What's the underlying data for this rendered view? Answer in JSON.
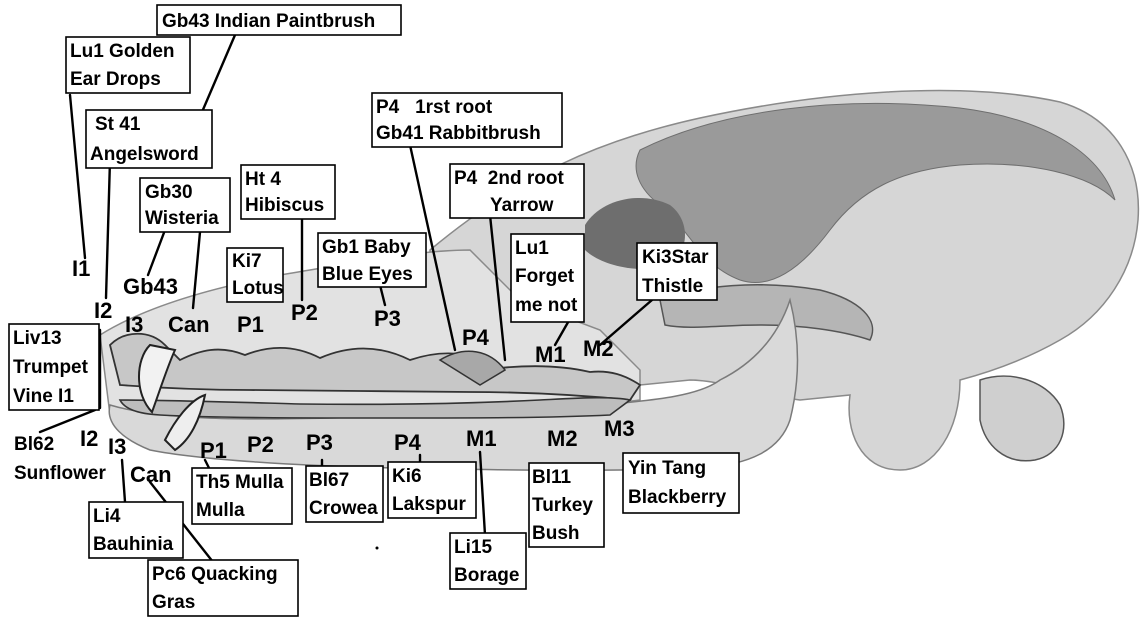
{
  "colors": {
    "background": "#ffffff",
    "ink": "#000000",
    "skull_shade": "#bdbdbd",
    "skull_dark": "#6e6e6e"
  },
  "labels": {
    "gb43": [
      "Gb43 Indian Paintbrush"
    ],
    "lu1_golden": [
      "Lu1 Golden",
      "Ear Drops"
    ],
    "st41": [
      "St 41",
      "Angelsword"
    ],
    "gb30": [
      "Gb30",
      "Wisteria"
    ],
    "ht4": [
      "Ht 4",
      "Hibiscus"
    ],
    "ki7": [
      "Ki7",
      "Lotus"
    ],
    "gb1": [
      "Gb1 Baby",
      "Blue Eyes"
    ],
    "p4_first": [
      "P4   1rst root",
      "Gb41 Rabbitbrush"
    ],
    "p4_second": [
      "P4  2nd root",
      "Yarrow"
    ],
    "lu1_forget": [
      "Lu1",
      "Forget",
      "me not"
    ],
    "ki3": [
      "Ki3Star",
      "Thistle"
    ],
    "liv13": [
      "Liv13",
      "Trumpet",
      "Vine I1"
    ],
    "bl62": [
      "Bl62",
      "Sunflower"
    ],
    "th5": [
      "Th5 Mulla",
      "Mulla"
    ],
    "bl67": [
      "Bl67",
      "Crowea"
    ],
    "ki6": [
      "Ki6",
      "Lakspur"
    ],
    "li4": [
      "Li4",
      "Bauhinia"
    ],
    "pc6": [
      "Pc6 Quacking",
      "Gras"
    ],
    "li15": [
      "Li15",
      "Borage"
    ],
    "bl11": [
      "Bl11",
      "Turkey",
      "Bush"
    ],
    "yintang": [
      "Yin Tang",
      "Blackberry"
    ]
  },
  "teeth_upper": {
    "i1": "I1",
    "i2": "I2",
    "i3": "I3",
    "gb43_tooth": "Gb43",
    "can": "Can",
    "p1": "P1",
    "p2": "P2",
    "p3": "P3",
    "p4": "P4",
    "m1": "M1",
    "m2": "M2"
  },
  "teeth_lower": {
    "i2": "I2",
    "i3": "I3",
    "can": "Can",
    "p1": "P1",
    "p2": "P2",
    "p3": "P3",
    "p4": "P4",
    "m1": "M1",
    "m2": "M2",
    "m3": "M3"
  }
}
